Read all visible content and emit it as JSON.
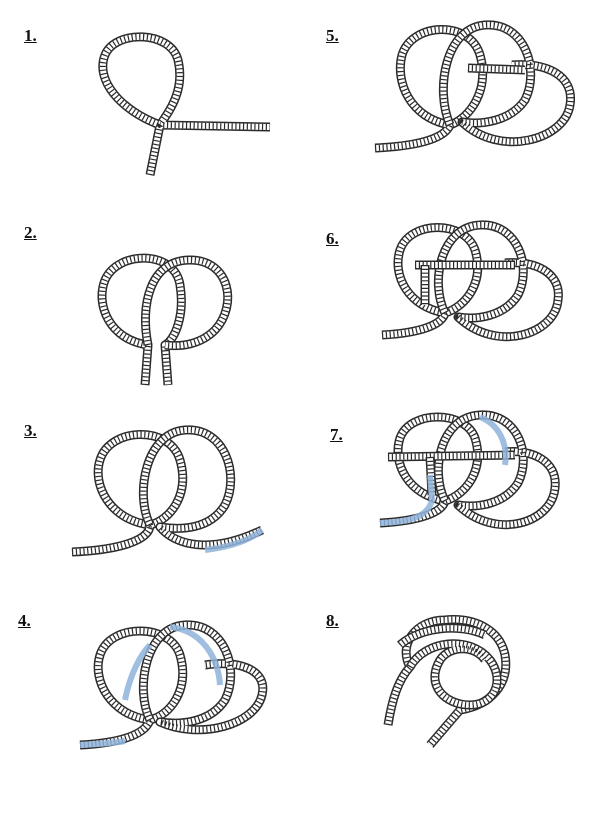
{
  "colors": {
    "rope": "#2b2b2b",
    "rope_fill": "#ffffff",
    "highlight": "#8fb3d9",
    "background": "#ffffff"
  },
  "steps": [
    {
      "label": "1."
    },
    {
      "label": "2."
    },
    {
      "label": "3."
    },
    {
      "label": "4."
    },
    {
      "label": "5."
    },
    {
      "label": "6."
    },
    {
      "label": "7."
    },
    {
      "label": "8."
    }
  ]
}
